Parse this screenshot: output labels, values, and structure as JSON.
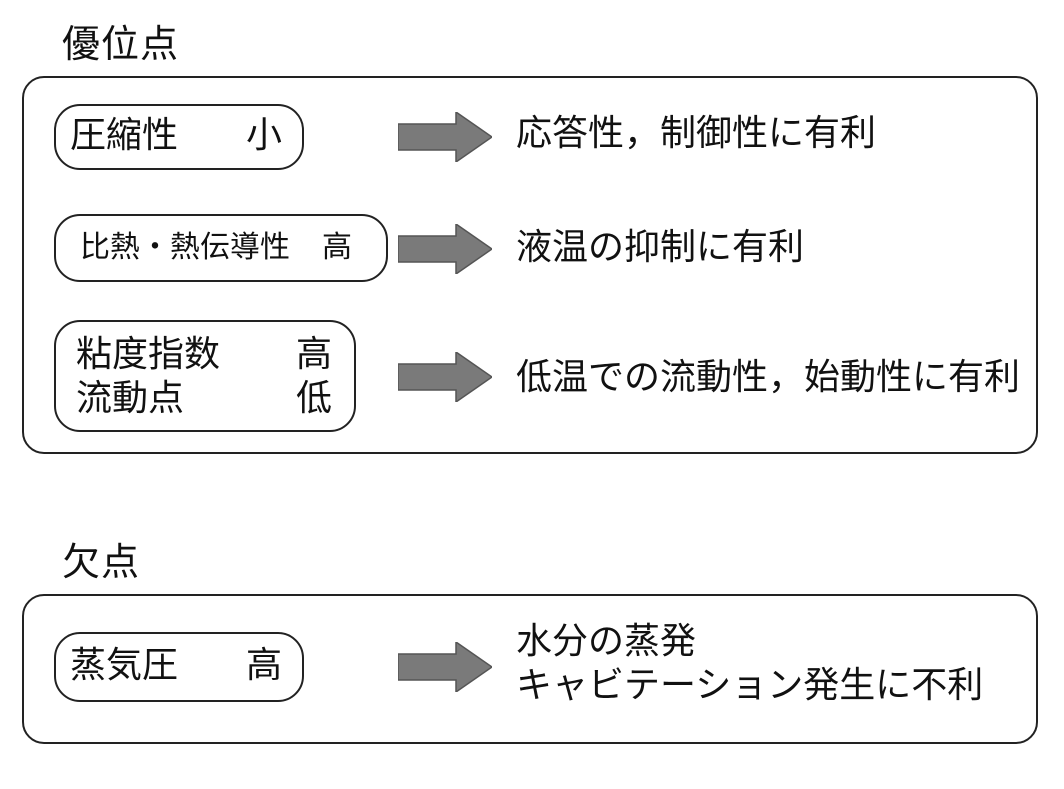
{
  "advantages": {
    "title": "優位点",
    "rows": [
      {
        "lines": [
          {
            "label": "圧縮性",
            "value": "小"
          }
        ],
        "result": [
          "応答性，制御性に有利"
        ]
      },
      {
        "lines": [
          {
            "label": "比熱・熱伝導性",
            "value": "高"
          }
        ],
        "result": [
          "液温の抑制に有利"
        ]
      },
      {
        "lines": [
          {
            "label": "粘度指数",
            "value": "高"
          },
          {
            "label": "流動点",
            "value": "低"
          }
        ],
        "result": [
          "低温での流動性，始動性に有利"
        ]
      }
    ]
  },
  "disadvantages": {
    "title": "欠点",
    "rows": [
      {
        "lines": [
          {
            "label": "蒸気圧",
            "value": "高"
          }
        ],
        "result": [
          "水分の蒸発",
          "キャビテーション発生に不利"
        ]
      }
    ]
  },
  "colors": {
    "arrow": "#7a7a7a",
    "border": "#222222"
  }
}
